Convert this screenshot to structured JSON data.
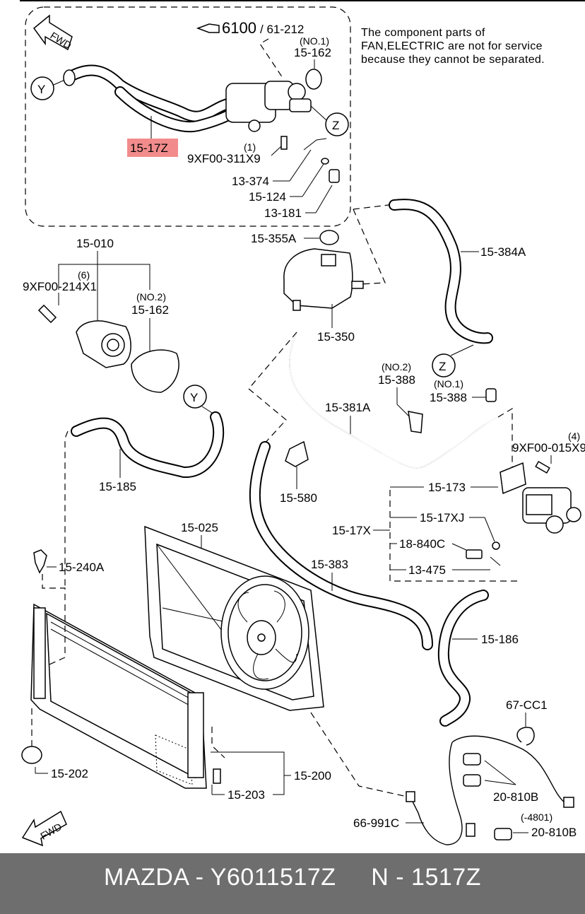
{
  "diagram": {
    "ref_main": "6100",
    "ref_sub": "/ 61-212",
    "note": [
      "The component parts of",
      "FAN,ELECTRIC are not for service",
      "because they cannot be separated."
    ],
    "fwd": "FWD",
    "callouts": {
      "y": "Y",
      "z": "Z"
    },
    "highlight": "15-17Z",
    "parts": {
      "p_15_162_top_qty": "(NO.1)",
      "p_15_162_top": "15-162",
      "p_9xf00_311_qty": "(1)",
      "p_9xf00_311": "9XF00-311X9",
      "p_13_374": "13-374",
      "p_15_124": "15-124",
      "p_13_181": "13-181",
      "p_15_355a": "15-355A",
      "p_15_384a": "15-384A",
      "p_15_010": "15-010",
      "p_9xf00_214_qty": "(6)",
      "p_9xf00_214": "9XF00-214X1",
      "p_15_162_mid_qty": "(NO.2)",
      "p_15_162_mid": "15-162",
      "p_15_350": "15-350",
      "p_15_388a_qty": "(NO.2)",
      "p_15_388a": "15-388",
      "p_15_388b_qty": "(NO.1)",
      "p_15_388b": "15-388",
      "p_15_381a": "15-381A",
      "p_9xf00_015_qty": "(4)",
      "p_9xf00_015": "9XF00-015X9",
      "p_15_185": "15-185",
      "p_15_580": "15-580",
      "p_15_173": "15-173",
      "p_15_17x": "15-17X",
      "p_15_17xj": "15-17XJ",
      "p_18_840c": "18-840C",
      "p_13_475": "13-475",
      "p_15_025": "15-025",
      "p_15_383": "15-383",
      "p_15_240a": "15-240A",
      "p_15_186": "15-186",
      "p_67_cc1": "67-CC1",
      "p_15_202": "15-202",
      "p_15_200": "15-200",
      "p_15_203": "15-203",
      "p_20_810b_a": "20-810B",
      "p_4801": "(-4801)",
      "p_66_991c": "66-991C",
      "p_20_810b_b": "20-810B"
    }
  },
  "footer": {
    "text": "MAZDA - Y6011517Z     N - 1517Z"
  },
  "colors": {
    "highlight": "#f28c8c",
    "footer_bg": "#6e6e6e",
    "footer_text": "#ffffff"
  }
}
